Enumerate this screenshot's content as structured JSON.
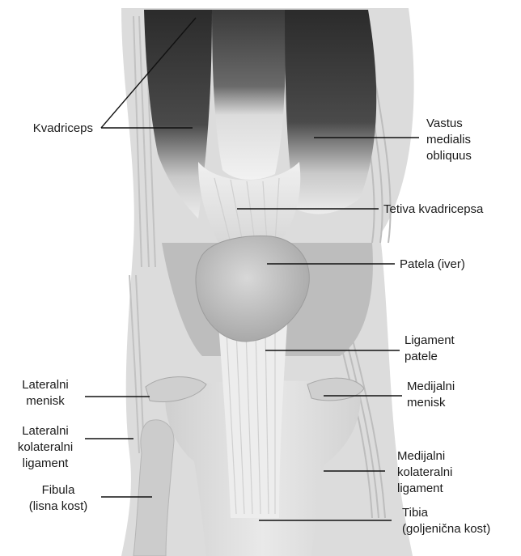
{
  "labels": {
    "kvadriceps": "Kvadriceps",
    "vastus": [
      "Vastus",
      "medialis",
      "obliquus"
    ],
    "tetiva": "Tetiva kvadricepsa",
    "patela": "Patela (iver)",
    "ligament_patele": [
      "Ligament",
      "patele"
    ],
    "lateralni_menisk": [
      "Lateralni",
      "menisk"
    ],
    "medijalni_menisk": [
      "Medijalni",
      "menisk"
    ],
    "lateralni_kolateralni": [
      "Lateralni",
      "kolateralni",
      "ligament"
    ],
    "medijalni_kolateralni": [
      "Medijalni",
      "kolateralni",
      "ligament"
    ],
    "fibula": [
      "Fibula",
      "(lisna kost)"
    ],
    "tibia": [
      "Tibia",
      "(goljenična kost)"
    ]
  }
}
